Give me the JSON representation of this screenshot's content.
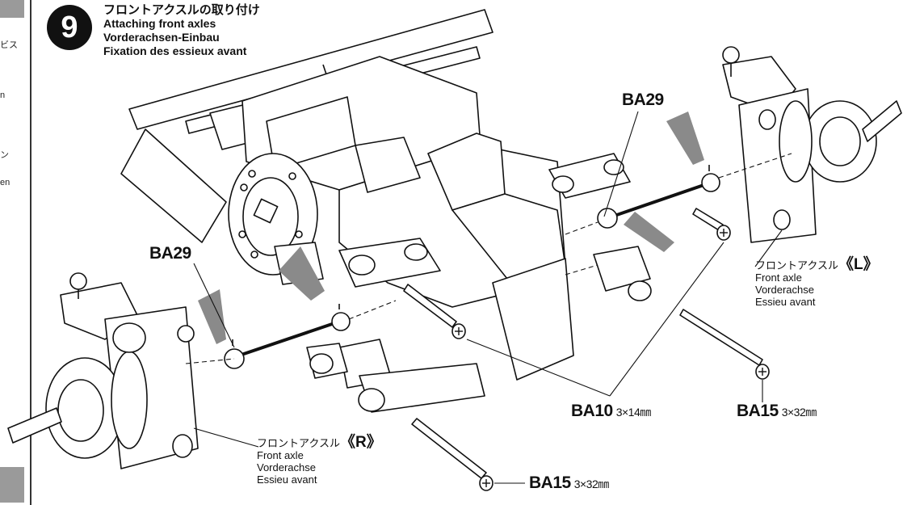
{
  "step": {
    "number": "9",
    "title_jp": "フロントアクスルの取り付け",
    "title_en": "Attaching front axles",
    "title_de": "Vorderachsen-Einbau",
    "title_fr": "Fixation des essieux avant"
  },
  "left_margin": {
    "fragments": [
      "ビス",
      "n",
      "ン",
      "en"
    ]
  },
  "parts": {
    "ba29_left": "BA29",
    "ba29_right": "BA29",
    "ba10": "BA10",
    "ba10_size": "3×14㎜",
    "ba15_right": "BA15",
    "ba15_right_size": "3×32㎜",
    "ba15_bottom": "BA15",
    "ba15_bottom_size": "3×32㎜"
  },
  "callouts": {
    "front_axle_l": {
      "jp_prefix": "フロントアクスル",
      "mark": "《L》",
      "en": "Front axle",
      "de": "Vorderachse",
      "fr": "Essieu avant"
    },
    "front_axle_r": {
      "jp_prefix": "フロントアクスル",
      "mark": "《R》",
      "en": "Front axle",
      "de": "Vorderachse",
      "fr": "Essieu avant"
    }
  }
}
